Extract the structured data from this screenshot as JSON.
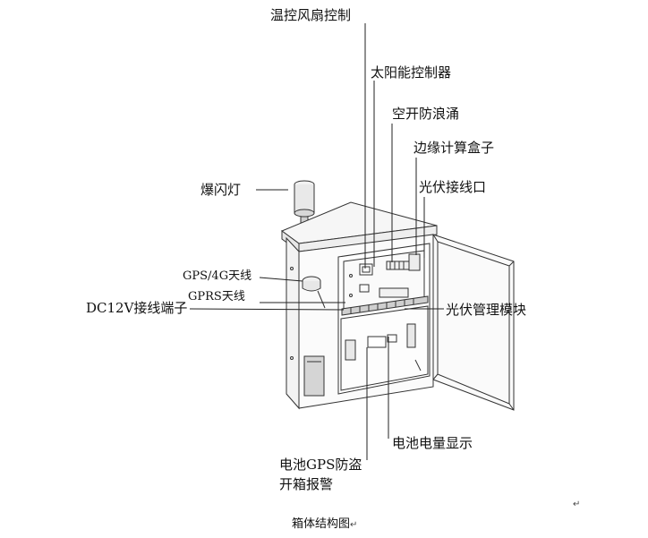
{
  "labels": {
    "fan_control": "温控风扇控制",
    "solar_controller": "太阳能控制器",
    "breaker_surge": "空开防浪涌",
    "edge_box": "边缘计算盒子",
    "pv_port": "光伏接线口",
    "flash_lamp": "爆闪灯",
    "gps_4g": "GPS/4G天线",
    "gprs": "GPRS天线",
    "dc12v": "DC12V接线端子",
    "pv_module": "光伏管理模块",
    "battery_display": "电池电量显示",
    "gps_alarm_line1": "电池GPS防盗",
    "gps_alarm_line2": "开箱报警"
  },
  "caption": "箱体结构图",
  "return_marks": [
    "↵",
    "↵"
  ]
}
